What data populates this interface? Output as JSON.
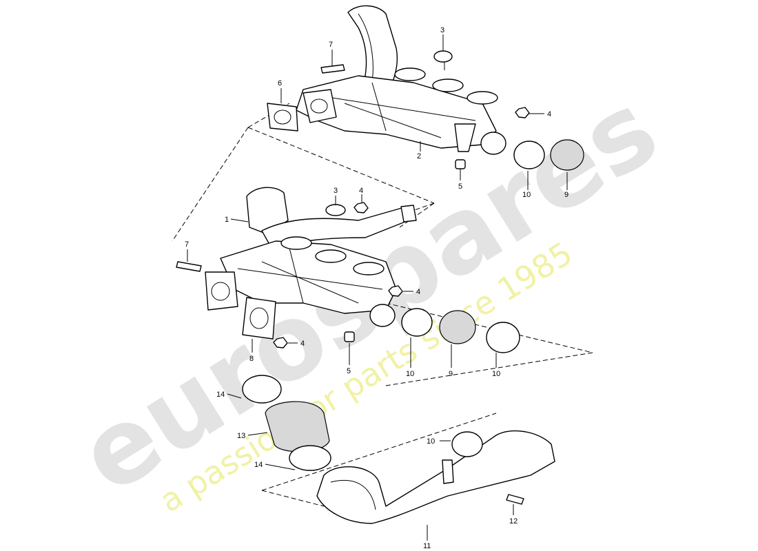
{
  "watermark": {
    "brand": "eurospares",
    "tagline": "a passion for parts since 1985"
  },
  "part_labels": {
    "p1": "1",
    "p2": "2",
    "p3_top": "3",
    "p3_mid": "3",
    "p4_top": "4",
    "p4_mid_a": "4",
    "p4_mid_b": "4",
    "p4_low": "4",
    "p5_top": "5",
    "p5_mid": "5",
    "p6": "6",
    "p7_top": "7",
    "p7_mid": "7",
    "p8": "8",
    "p9_top": "9",
    "p9_mid": "9",
    "p10_top": "10",
    "p10_mid_a": "10",
    "p10_mid_b": "10",
    "p10_low": "10",
    "p11": "11",
    "p12": "12",
    "p13": "13",
    "p14_a": "14",
    "p14_b": "14"
  }
}
